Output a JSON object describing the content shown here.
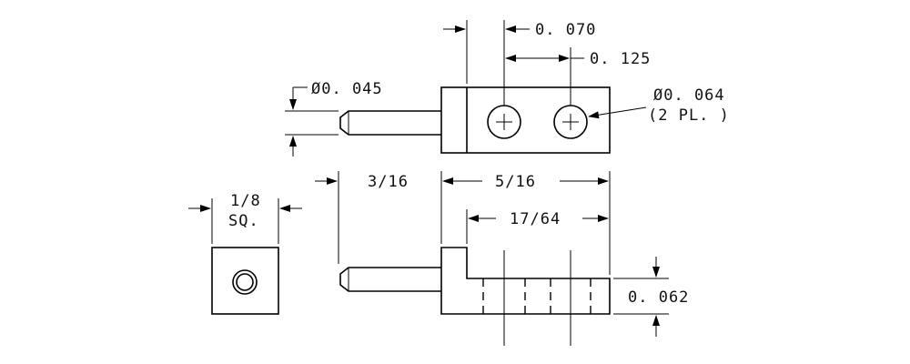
{
  "dimensions": {
    "hole_offset": "0. 070",
    "hole_pitch": "0. 125",
    "pin_diameter": "Ø0. 045",
    "hole_diameter": "Ø0. 064",
    "hole_count": "(2 PL. )",
    "pin_length": "3/16",
    "body_length": "5/16",
    "slot_length": "17/64",
    "square_size": "1/8",
    "square_note": "SQ.",
    "body_thickness": "0. 062"
  }
}
